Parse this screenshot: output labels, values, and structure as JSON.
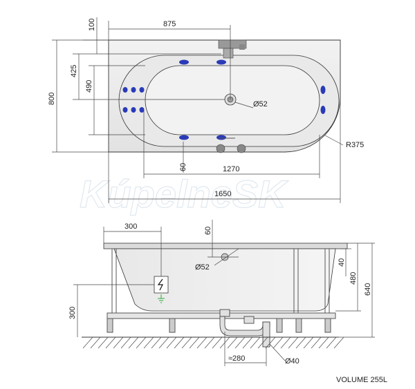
{
  "top_view": {
    "dims": {
      "d100": "100",
      "d875": "875",
      "d425": "425",
      "d490": "490",
      "d800": "800",
      "d52": "Ø52",
      "r375": "R375",
      "d60": "60",
      "d1270": "1270",
      "d1650": "1650"
    }
  },
  "side_view": {
    "dims": {
      "d300_top": "300",
      "d60": "60",
      "d52": "Ø52",
      "d40": "40",
      "d480": "480",
      "d640": "640",
      "d300_left": "300",
      "d280": "≈280",
      "d40_drain": "Ø40"
    }
  },
  "footer": {
    "volume": "VOLUME 255L"
  },
  "watermark": {
    "text": "KúpelneSK"
  },
  "colors": {
    "jet": "#2a3bb8",
    "tub_fill": "#eeeeee",
    "electric_box": "#ffffff",
    "ground": "#2ea83a"
  }
}
